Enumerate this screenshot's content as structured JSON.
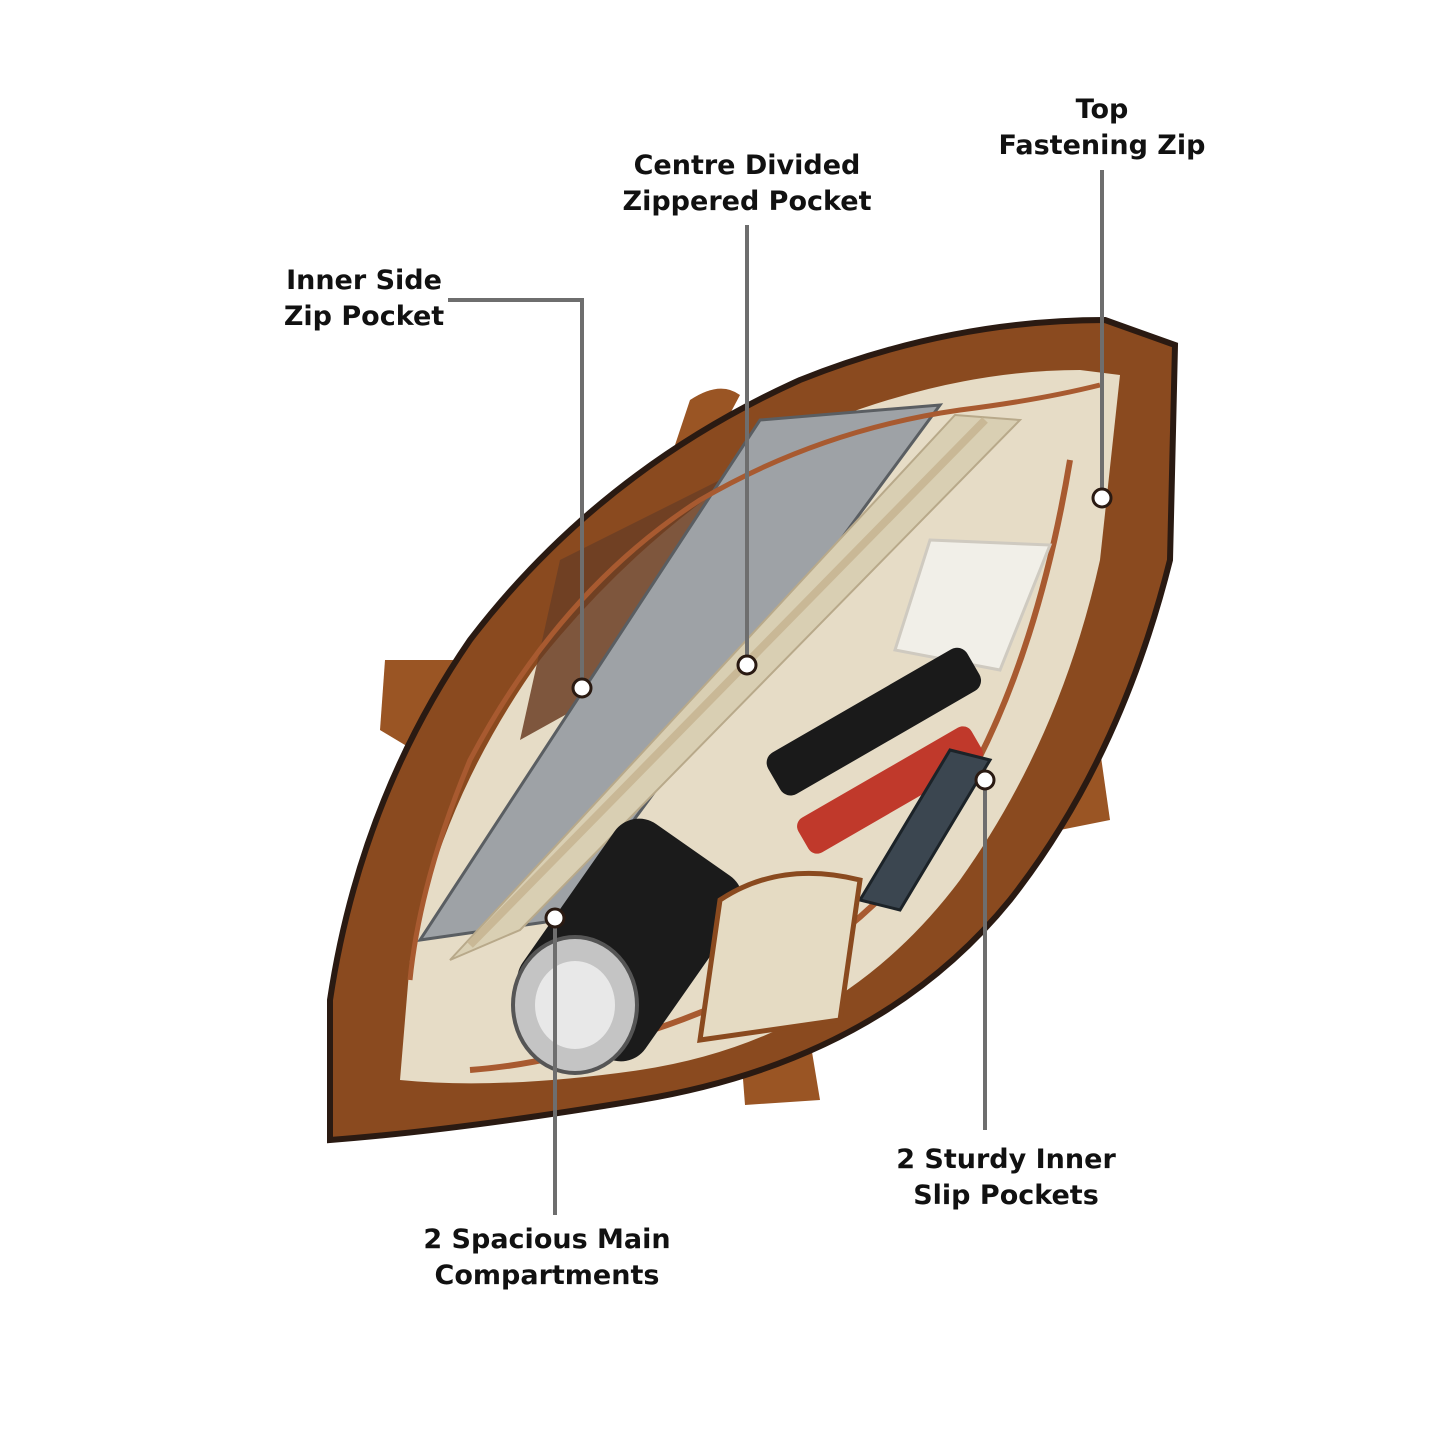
{
  "callouts": [
    {
      "id": "top-fastening-zip",
      "lines": [
        "Top",
        "Fastening Zip"
      ]
    },
    {
      "id": "centre-divided-zippered-pocket",
      "lines": [
        "Centre Divided",
        "Zippered Pocket"
      ]
    },
    {
      "id": "inner-side-zip-pocket",
      "lines": [
        "Inner Side",
        "Zip Pocket"
      ]
    },
    {
      "id": "two-sturdy-inner-slip-pockets",
      "lines": [
        "2 Sturdy Inner",
        "Slip Pockets"
      ]
    },
    {
      "id": "two-spacious-main-compartments",
      "lines": [
        "2 Spacious Main",
        "Compartments"
      ]
    }
  ],
  "colors": {
    "leader_line": "#6e6e6e",
    "label_text": "#111111",
    "bag_trim": "#8a4a1f",
    "bag_edge": "#2a1a12",
    "lining": "#e6dcc6",
    "pocket": "#d9cfb3"
  }
}
